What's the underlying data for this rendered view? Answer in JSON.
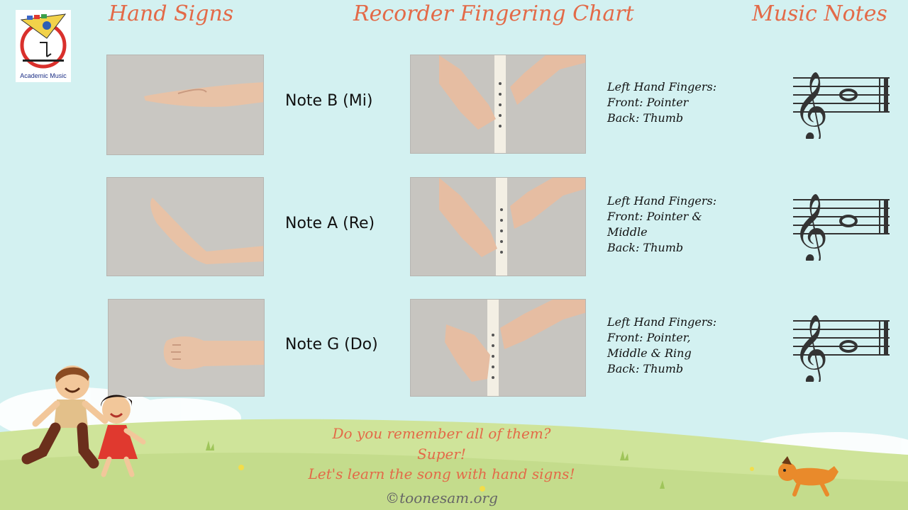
{
  "headers": {
    "hand_signs": "Hand Signs",
    "fingering": "Recorder Fingering Chart",
    "music_notes": "Music Notes"
  },
  "logo": {
    "caption": "Academic Music"
  },
  "rows": [
    {
      "note": "Note B (Mi)",
      "desc": [
        "Left Hand Fingers:",
        "Front: Pointer",
        "Back: Thumb"
      ]
    },
    {
      "note": "Note A (Re)",
      "desc": [
        "Left Hand Fingers:",
        "Front: Pointer &",
        "Middle",
        "Back: Thumb"
      ]
    },
    {
      "note": "Note G (Do)",
      "desc": [
        "Left Hand Fingers:",
        "Front: Pointer,",
        "Middle & Ring",
        "Back: Thumb"
      ]
    }
  ],
  "message": {
    "line1": "Do you remember all of them?",
    "line2": "Super!",
    "line3": "Let's learn the song with hand signs!"
  },
  "copyright": "©toonesam.org",
  "colors": {
    "background": "#d3f1f1",
    "accent": "#e36a48",
    "grass": "#cfe49a"
  }
}
